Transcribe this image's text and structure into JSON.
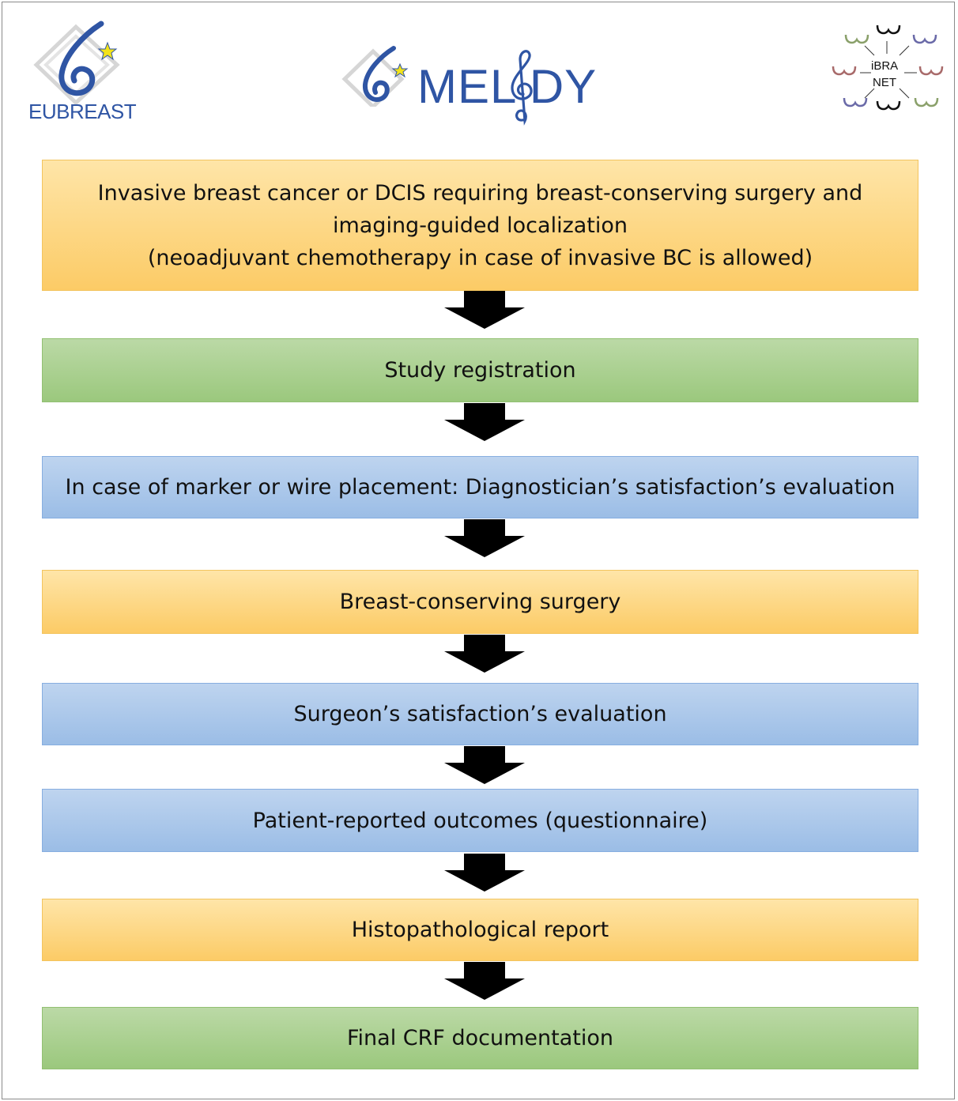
{
  "header": {
    "left_logo": {
      "text": "EUBREAST"
    },
    "center_logo": {
      "text": "MEL DY"
    },
    "right_logo": {
      "line1": "iBRA",
      "line2": "NET"
    }
  },
  "flow": {
    "steps": [
      {
        "lines": [
          "Invasive breast cancer or DCIS requiring breast-conserving surgery and",
          "imaging-guided localization",
          "(neoadjuvant chemotherapy in case of invasive BC is allowed)"
        ],
        "color": "#fcd68a"
      },
      {
        "lines": [
          "Study registration"
        ],
        "color": "#a9cf8e"
      },
      {
        "lines": [
          "In case of marker or wire placement: Diagnostician’s satisfaction’s evaluation"
        ],
        "color": "#a9c6ea"
      },
      {
        "lines": [
          "Breast-conserving surgery"
        ],
        "color": "#fcd68a"
      },
      {
        "lines": [
          "Surgeon’s satisfaction’s evaluation"
        ],
        "color": "#a9c6ea"
      },
      {
        "lines": [
          "Patient-reported outcomes (questionnaire)"
        ],
        "color": "#a9c6ea"
      },
      {
        "lines": [
          "Histopathological report"
        ],
        "color": "#fcd68a"
      },
      {
        "lines": [
          "Final CRF documentation"
        ],
        "color": "#a9cf8e"
      }
    ],
    "arrow_color": "#000000"
  }
}
